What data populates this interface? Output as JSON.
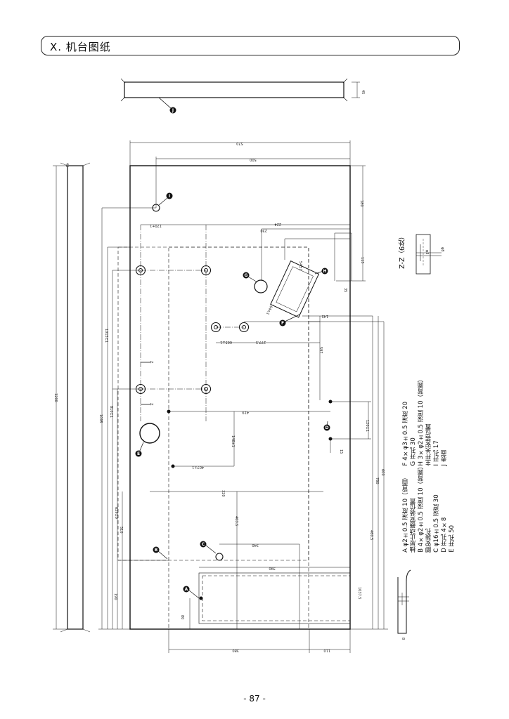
{
  "header": {
    "title": "X. 机台图纸"
  },
  "markers": {
    "A": "A",
    "B": "B",
    "C": "C",
    "D": "D",
    "E": "E",
    "F": "F",
    "G": "G",
    "H": "H",
    "I": "I",
    "J": "J"
  },
  "dimensions": {
    "top_width": "570",
    "top_inner": "500",
    "top_small": "45",
    "side_thickness": "45",
    "right_180": "180",
    "right_115": "115",
    "right_35": "35",
    "d_170": "170±1",
    "d_224": "224",
    "d_230": "230",
    "d_145": "145",
    "d_54": "54±1",
    "d_104": "104±1",
    "d_277": "277.5",
    "d_665": "665±1",
    "d_597": "597",
    "d_419": "419",
    "d_407": "407±1",
    "d_146": "146±1",
    "d_120": "120±1",
    "d_15": "15",
    "d_780": "780",
    "d_600": "600",
    "d_460": "460.5",
    "d_1037": "1037.5",
    "d_320": "320",
    "d_403": "403.5",
    "d_1095": "1095",
    "d_1015": "1015±1",
    "d_810": "810±1",
    "d_629": "629±0",
    "d_510": "510",
    "d_190": "190",
    "d_80": "80",
    "d_340": "340",
    "d_390": "390",
    "d_380": "380",
    "d_110": "110",
    "height_1200": "1200",
    "section_phi": "φ8",
    "section_dim": "φ3",
    "z": "Z",
    "bottom_side_8": "8"
  },
  "section_label": "Z-Z（6处）",
  "legend_right": [
    "F 4×φ3±0.5 深度 20",
    "G 开孔 30",
    "H 3×φ2±0.5 深度 10（背面）",
    "   主开关安装位置",
    "I 开孔 17",
    "J 表面"
  ],
  "legend_left": [
    "A φ2±0.5 深度 10（背面）",
    "   抽屉止动器安装位置",
    "B 4×φ2±0.5 深度 10（背面）",
    "   脚安装孔",
    "C φ16±0.5 深度 30",
    "D 开孔 4×8",
    "E 开孔 50"
  ],
  "page_number": "- 87 -"
}
